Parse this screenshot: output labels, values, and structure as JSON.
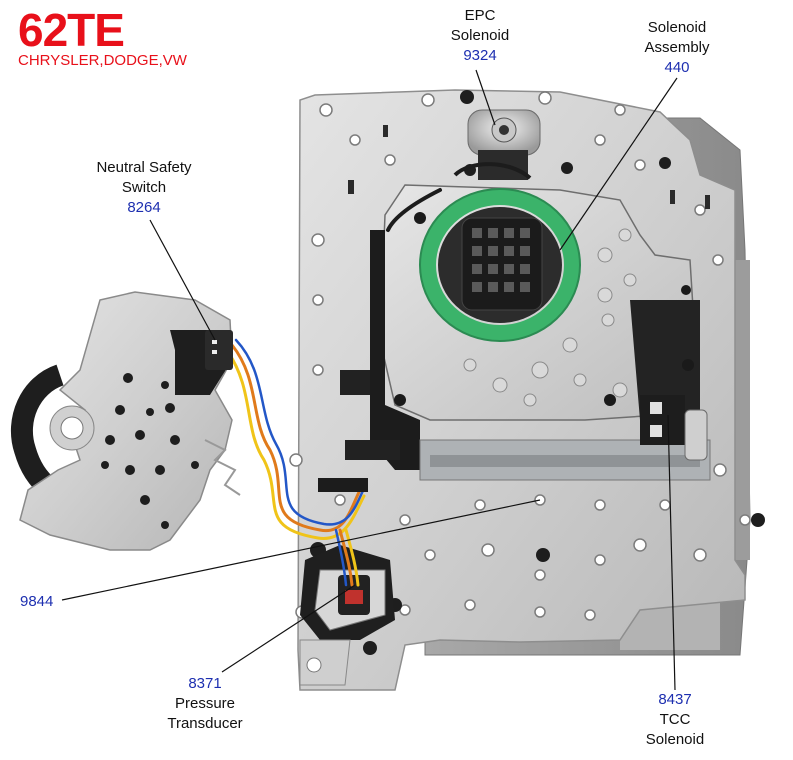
{
  "header": {
    "model": "62TE",
    "makes": "CHRYSLER,DODGE,VW"
  },
  "callouts": {
    "epc": {
      "line1": "EPC",
      "line2": "Solenoid",
      "code": "9324"
    },
    "solenoid_assembly": {
      "line1": "Solenoid",
      "line2": "Assembly",
      "code": "440"
    },
    "neutral_safety": {
      "line1": "Neutral Safety",
      "line2": "Switch",
      "code": "8264"
    },
    "valve_body": {
      "code": "9844"
    },
    "pressure_transducer": {
      "code": "8371",
      "line1": "Pressure",
      "line2": "Transducer"
    },
    "tcc": {
      "code": "8437",
      "line1": "TCC",
      "line2": "Solenoid"
    }
  },
  "colors": {
    "title_red": "#e8101a",
    "code_blue": "#1d2fb0",
    "plate_silver": "#c9c9c9",
    "seal_green": "#3bb36a"
  }
}
